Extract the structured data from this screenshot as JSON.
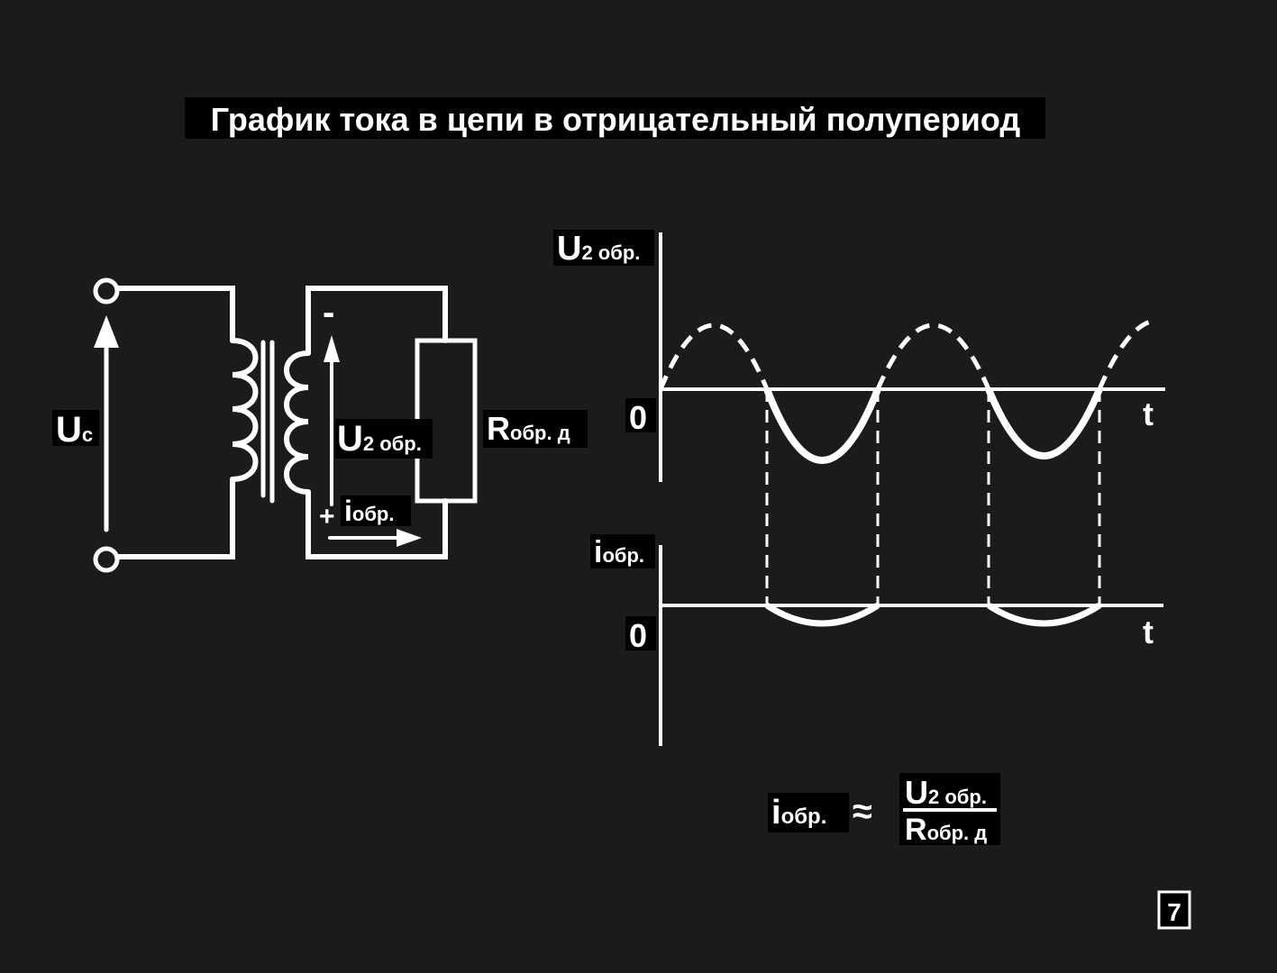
{
  "title": "График тока в цепи в отрицательный полупериод",
  "circuit": {
    "source_label": "U",
    "source_label_sub": "c",
    "secondary_voltage_label": "U",
    "secondary_voltage_sub": "2 обр.",
    "resistor_label": "R",
    "resistor_sub": "обр. д",
    "minus_sign": "-",
    "plus_sign": "+",
    "current_label": "i",
    "current_sub": "обр."
  },
  "graph_voltage": {
    "y_label": "U",
    "y_label_sub": "2 обр.",
    "origin_label": "0",
    "x_label": "t"
  },
  "graph_current": {
    "y_label": "i",
    "y_label_sub": "обр.",
    "origin_label": "0",
    "x_label": "t"
  },
  "formula": {
    "lhs": "i",
    "lhs_sub": "обр.",
    "approx": "≈",
    "num": "U",
    "num_sub": "2 обр.",
    "den": "R",
    "den_sub": "обр. д"
  },
  "page_number": "7",
  "colors": {
    "background": "#1b1b1b",
    "line": "#ffffff"
  }
}
